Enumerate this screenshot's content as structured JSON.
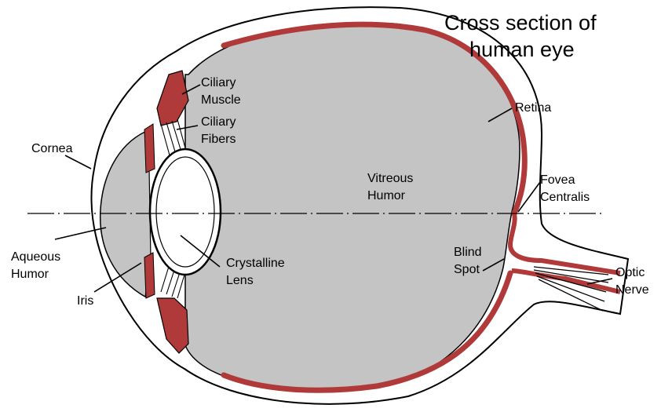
{
  "title": {
    "line1": "Cross section of",
    "line2": "human eye"
  },
  "labels": {
    "ciliary_muscle": [
      "Ciliary",
      "Muscle"
    ],
    "ciliary_fibers": [
      "Ciliary",
      "Fibers"
    ],
    "cornea": "Cornea",
    "retina": "Retina",
    "vitreous_humor": [
      "Vitreous",
      "Humor"
    ],
    "fovea_centralis": [
      "Fovea",
      "Centralis"
    ],
    "aqueous_humor": [
      "Aqueous",
      "Humor"
    ],
    "iris": "Iris",
    "crystalline_lens": [
      "Crystalline",
      "Lens"
    ],
    "blind_spot": [
      "Blind",
      "Spot"
    ],
    "optic_nerve": [
      "Optic",
      "Nerve"
    ]
  },
  "colors": {
    "vitreous_fill": "#c4c4c4",
    "muscle_red": "#b03a3a",
    "outline": "#000000",
    "background": "#ffffff"
  }
}
